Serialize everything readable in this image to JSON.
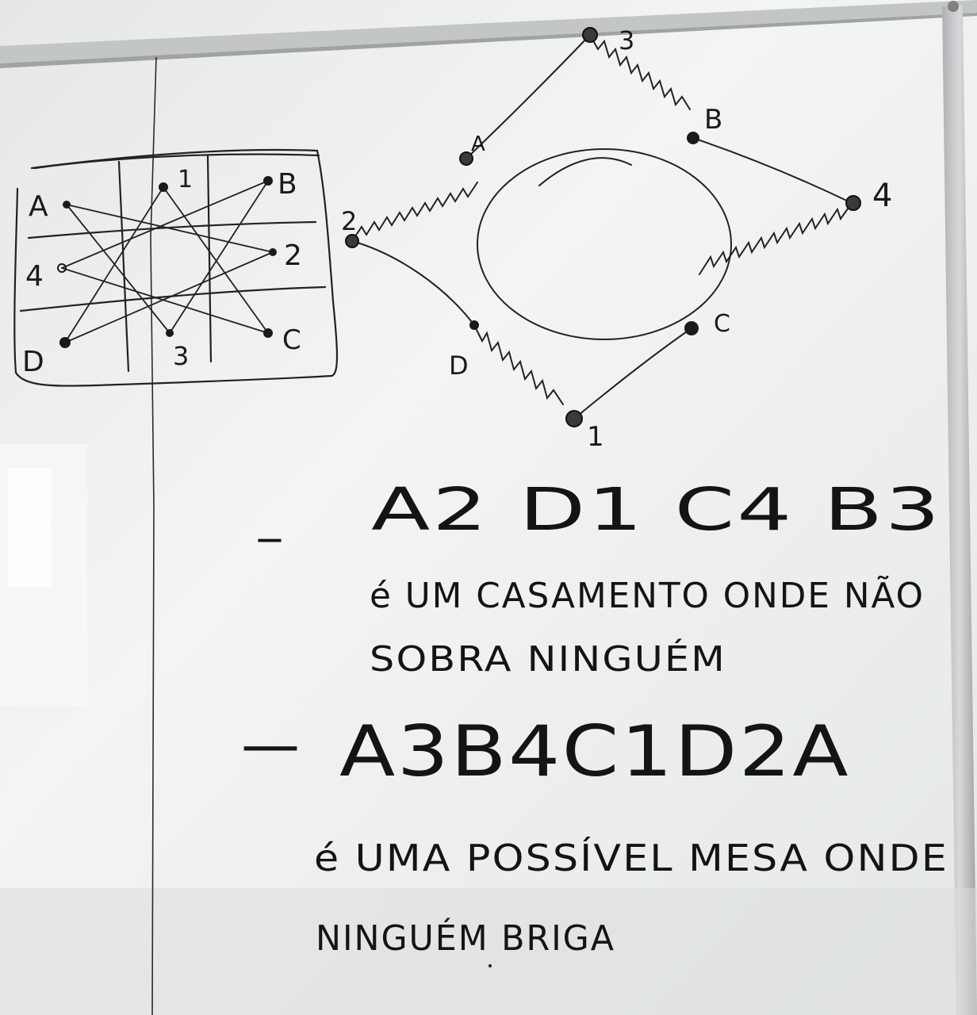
{
  "board": {
    "colors": {
      "ink": "#1a1a1a",
      "frame": "#c4c7c8",
      "board": "#f0f1f1"
    },
    "table_graph": {
      "left_labels": [
        "A",
        "4",
        "D"
      ],
      "middle_labels": [
        "1",
        "3"
      ],
      "right_labels": [
        "B",
        "2",
        "C"
      ]
    },
    "cycle_graph": {
      "nodes": [
        "3",
        "B",
        "4",
        "C",
        "1",
        "D",
        "2",
        "A"
      ]
    },
    "notes": [
      {
        "dash": "_",
        "text": "A2 D1 C4 B3"
      },
      {
        "text": "é UM CASAMENTO ONDE NÃO"
      },
      {
        "text": "SOBRA NINGUÉM"
      },
      {
        "dash": "—",
        "text": "A3B4C1D2A"
      },
      {
        "text": "é UMA POSSÍVEL MESA ONDE"
      },
      {
        "text": "NINGUÉM BRIGA"
      }
    ]
  }
}
